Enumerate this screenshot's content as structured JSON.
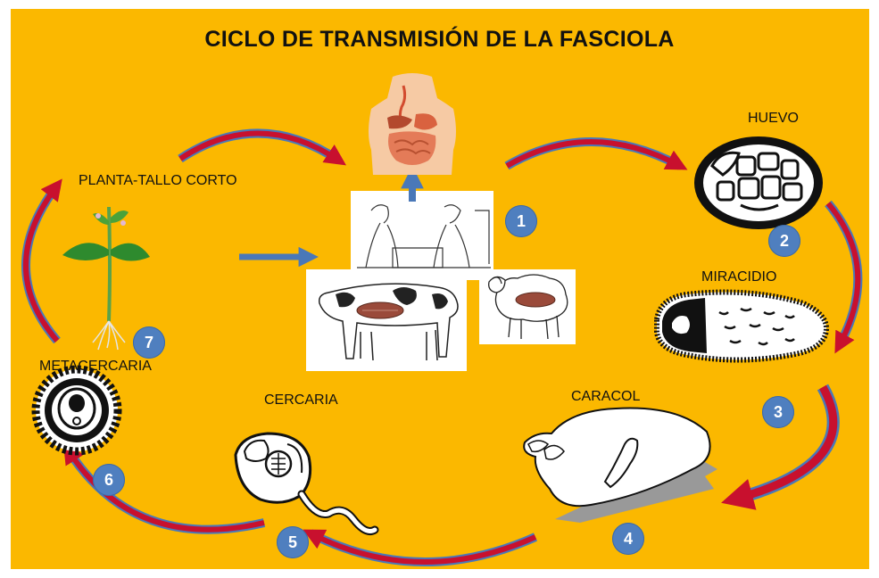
{
  "title": "CICLO DE TRANSMISIÓN DE LA FASCIOLA",
  "stages": {
    "huevo": "HUEVO",
    "miracidio": "MIRACIDIO",
    "caracol": "CARACOL",
    "cercaria": "CERCARIA",
    "metacercaria": "METACERCARIA",
    "planta": "PLANTA-TALLO CORTO"
  },
  "steps": [
    "1",
    "2",
    "3",
    "4",
    "5",
    "6",
    "7"
  ],
  "colors": {
    "background": "#fbb800",
    "arrow_red": "#c8102e",
    "arrow_blue": "#4a78b8",
    "badge": "#4f7fbf"
  },
  "icons": {
    "human": "human-torso-icon",
    "huevo": "egg-icon",
    "miracidio": "miracidium-icon",
    "caracol": "snail-icon",
    "cercaria": "cercaria-icon",
    "metacercaria": "metacercaria-icon",
    "planta": "plant-icon",
    "doctor": "doctor-consultation-icon",
    "cow": "cow-icon",
    "sheep": "sheep-icon"
  }
}
